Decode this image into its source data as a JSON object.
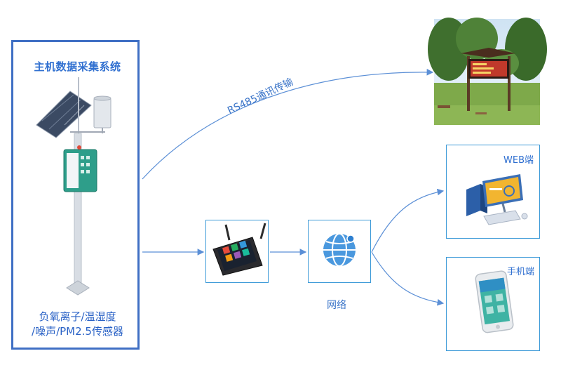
{
  "main_system": {
    "title": "主机数据采集系统",
    "sensor_line1": "负氧离子/温湿度",
    "sensor_line2": "/噪声/PM2.5传感器"
  },
  "links": {
    "rs485_label": "RS485通讯传输"
  },
  "network": {
    "label": "网络"
  },
  "clients": {
    "web_label": "WEB端",
    "mobile_label": "手机端"
  },
  "colors": {
    "frame": "#3f6fc4",
    "node_border": "#3d9ad8",
    "connector": "#5b8fd6",
    "text_accent": "#2f6fd0"
  }
}
